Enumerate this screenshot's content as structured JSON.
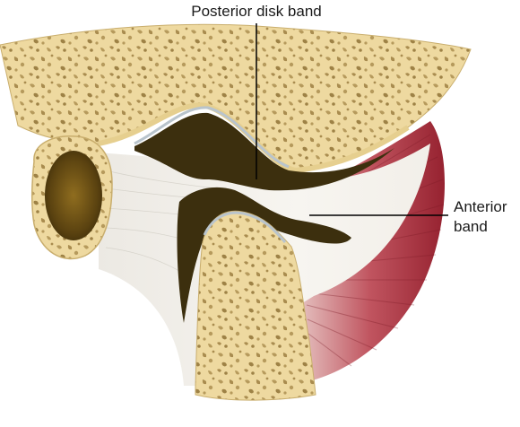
{
  "labels": {
    "posterior_disk_band": "Posterior disk band",
    "anterior_band_line1": "Anterior",
    "anterior_band_line2": "band"
  },
  "colors": {
    "bone_fill": "#eed9a0",
    "bone_spots": "#b69a5c",
    "cavity_dark": "#3c2f0e",
    "disk_white": "#f5f3ee",
    "muscle_red": "#a8323f",
    "cartilage_blue": "#b9c4cc",
    "leader_line": "#000000"
  }
}
